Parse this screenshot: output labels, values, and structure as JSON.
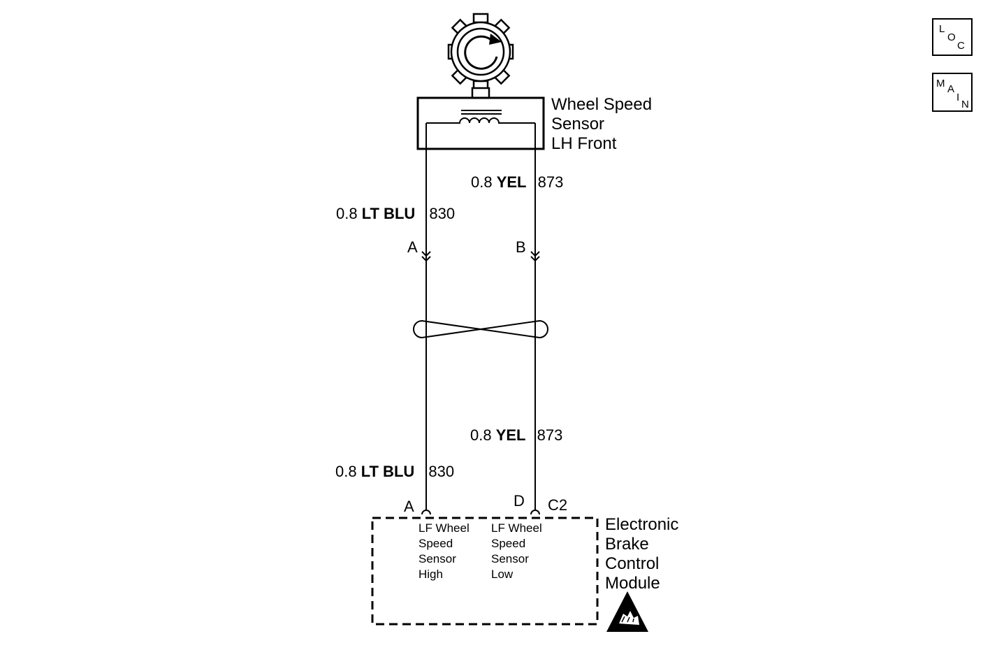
{
  "sensor": {
    "title_lines": [
      "Wheel Speed",
      "Sensor",
      "LH Front"
    ]
  },
  "wires": {
    "left_upper": {
      "gauge_color": "0.8",
      "color_bold": "LT BLU",
      "circuit": "830"
    },
    "right_upper": {
      "gauge_color": "0.8",
      "color_bold": "YEL",
      "circuit": "873"
    },
    "left_lower": {
      "gauge_color": "0.8",
      "color_bold": "LT BLU",
      "circuit": "830"
    },
    "right_lower": {
      "gauge_color": "0.8",
      "color_bold": "YEL",
      "circuit": "873"
    }
  },
  "connectors": {
    "upper_left_pin": "A",
    "upper_right_pin": "B",
    "lower_left_pin": "A",
    "lower_right_pin": "D",
    "lower_connector_id": "C2"
  },
  "module": {
    "title_lines": [
      "Electronic",
      "Brake",
      "Control",
      "Module"
    ],
    "pin_a_lines": [
      "LF Wheel",
      "Speed",
      "Sensor",
      "High"
    ],
    "pin_d_lines": [
      "LF Wheel",
      "Speed",
      "Sensor",
      "Low"
    ]
  },
  "nav": {
    "loc_letters": [
      "L",
      "O",
      "C"
    ],
    "main_letters": [
      "M",
      "A",
      "I",
      "N"
    ]
  },
  "icons": {
    "reluctor": "reluctor-wheel-icon",
    "esd": "esd-warning-icon"
  }
}
